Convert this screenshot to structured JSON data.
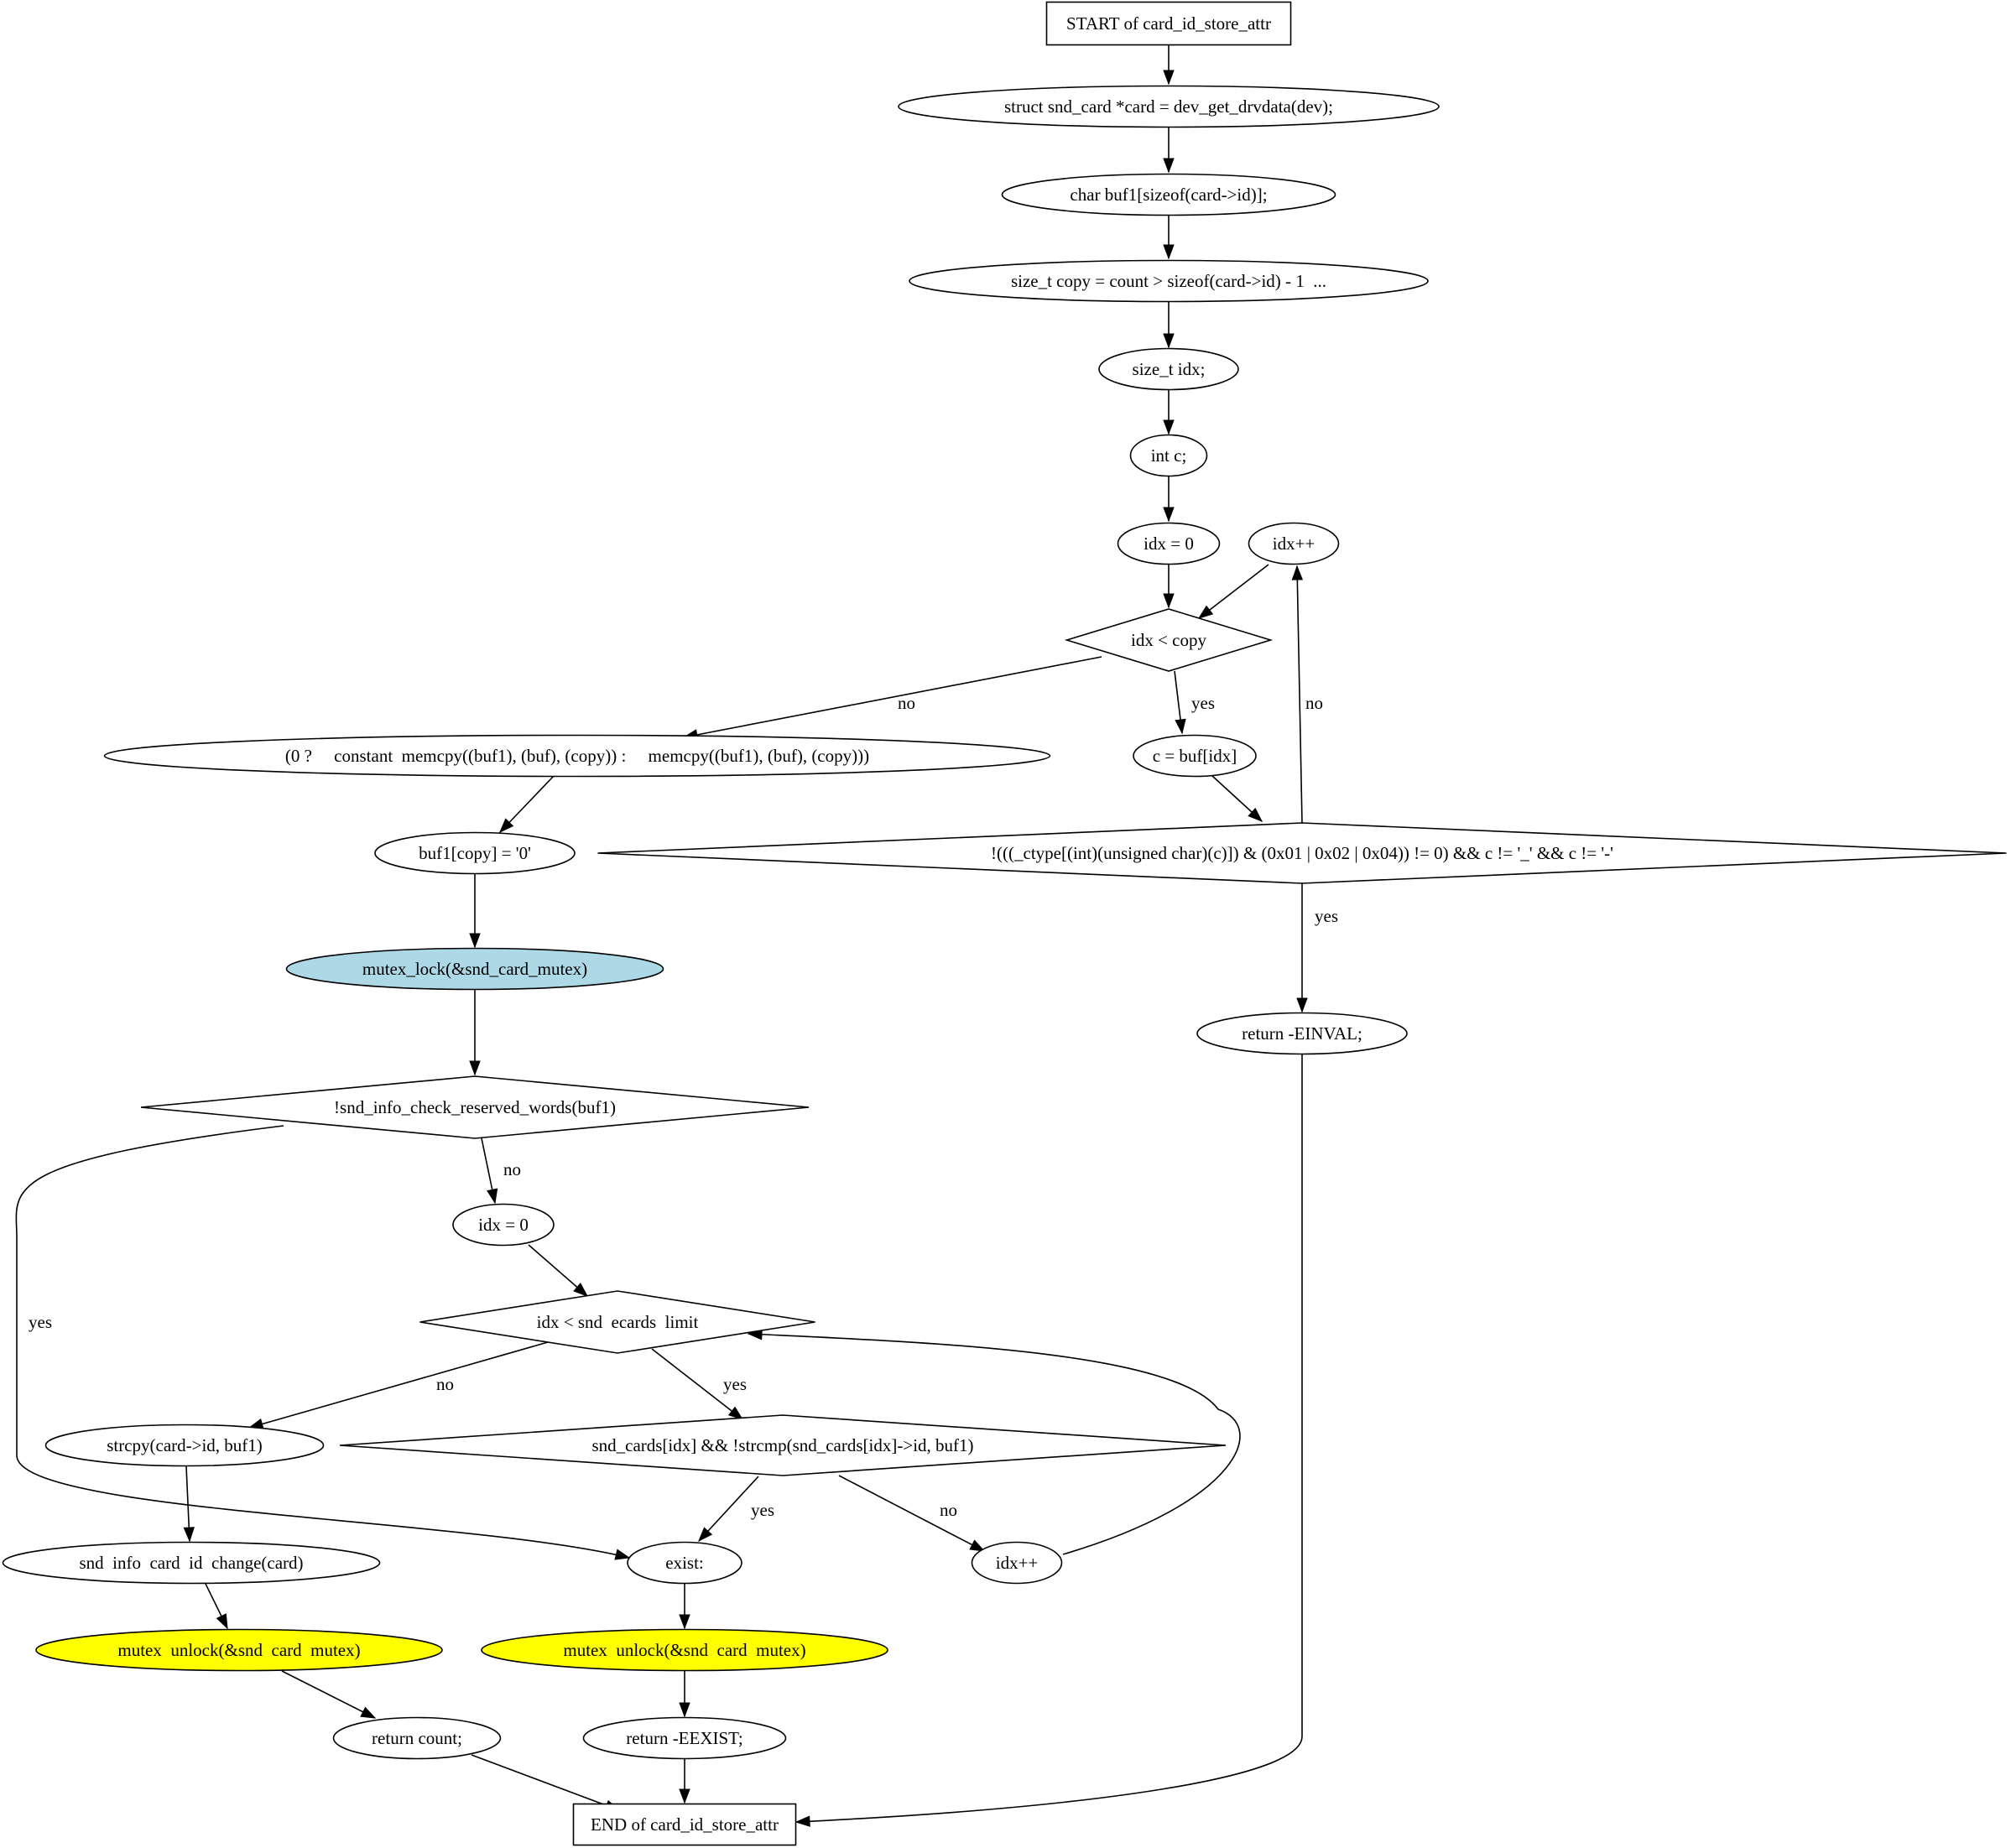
{
  "colors": {
    "stroke": "#000000",
    "default_fill": "#ffffff",
    "lock_fill": "#add8e6",
    "unlock_fill": "#ffff00"
  },
  "nodes": {
    "start": {
      "label": "START of card_id_store_attr",
      "shape": "box"
    },
    "n1": {
      "label": "struct snd_card *card = dev_get_drvdata(dev);",
      "shape": "ellipse"
    },
    "n2": {
      "label": "char buf1[sizeof(card->id)];",
      "shape": "ellipse"
    },
    "n3": {
      "label": "size_t copy = count > sizeof(card->id) - 1  ...",
      "shape": "ellipse"
    },
    "n4": {
      "label": "size_t idx;",
      "shape": "ellipse"
    },
    "n5": {
      "label": "int c;",
      "shape": "ellipse"
    },
    "n6": {
      "label": "idx = 0",
      "shape": "ellipse"
    },
    "n7": {
      "label": "idx++",
      "shape": "ellipse"
    },
    "d1": {
      "label": "idx < copy",
      "shape": "diamond"
    },
    "n8": {
      "label": "(0 ?     constant  memcpy((buf1), (buf), (copy)) :     memcpy((buf1), (buf), (copy)))",
      "shape": "ellipse"
    },
    "n9": {
      "label": "c = buf[idx]",
      "shape": "ellipse"
    },
    "n10": {
      "label": "buf1[copy] = '0'",
      "shape": "ellipse"
    },
    "d2": {
      "label": "!(((_ctype[(int)(unsigned char)(c)]) & (0x01 | 0x02 | 0x04)) != 0) && c != '_' && c != '-'",
      "shape": "diamond"
    },
    "n11": {
      "label": "mutex_lock(&snd_card_mutex)",
      "shape": "ellipse",
      "fill": "lock"
    },
    "n12": {
      "label": "return -EINVAL;",
      "shape": "ellipse"
    },
    "d3": {
      "label": "!snd_info_check_reserved_words(buf1)",
      "shape": "diamond"
    },
    "n13": {
      "label": "idx = 0",
      "shape": "ellipse"
    },
    "d4": {
      "label": "idx < snd  ecards  limit",
      "shape": "diamond"
    },
    "n14": {
      "label": "strcpy(card->id, buf1)",
      "shape": "ellipse"
    },
    "d5": {
      "label": "snd_cards[idx] && !strcmp(snd_cards[idx]->id, buf1)",
      "shape": "diamond"
    },
    "n15": {
      "label": "snd  info  card  id  change(card)",
      "shape": "ellipse"
    },
    "n16": {
      "label": "exist:",
      "shape": "ellipse"
    },
    "n17": {
      "label": "idx++",
      "shape": "ellipse"
    },
    "n18": {
      "label": "mutex  unlock(&snd  card  mutex)",
      "shape": "ellipse",
      "fill": "unlock"
    },
    "n19": {
      "label": "mutex  unlock(&snd  card  mutex)",
      "shape": "ellipse",
      "fill": "unlock"
    },
    "n20": {
      "label": "return count;",
      "shape": "ellipse"
    },
    "n21": {
      "label": "return -EEXIST;",
      "shape": "ellipse"
    },
    "end": {
      "label": "END of card_id_store_attr",
      "shape": "box"
    }
  },
  "edges": [
    {
      "from": "start",
      "to": "n1",
      "label": ""
    },
    {
      "from": "n1",
      "to": "n2",
      "label": ""
    },
    {
      "from": "n2",
      "to": "n3",
      "label": ""
    },
    {
      "from": "n3",
      "to": "n4",
      "label": ""
    },
    {
      "from": "n4",
      "to": "n5",
      "label": ""
    },
    {
      "from": "n5",
      "to": "n6",
      "label": ""
    },
    {
      "from": "n6",
      "to": "d1",
      "label": ""
    },
    {
      "from": "n7",
      "to": "d1",
      "label": ""
    },
    {
      "from": "d1",
      "to": "n8",
      "label": "no"
    },
    {
      "from": "d1",
      "to": "n9",
      "label": "yes"
    },
    {
      "from": "n9",
      "to": "d2",
      "label": ""
    },
    {
      "from": "d2",
      "to": "n7",
      "label": "no"
    },
    {
      "from": "d2",
      "to": "n12",
      "label": "yes"
    },
    {
      "from": "n8",
      "to": "n10",
      "label": ""
    },
    {
      "from": "n10",
      "to": "n11",
      "label": ""
    },
    {
      "from": "n11",
      "to": "d3",
      "label": ""
    },
    {
      "from": "d3",
      "to": "n13",
      "label": "no"
    },
    {
      "from": "d3",
      "to": "n16",
      "label": "yes"
    },
    {
      "from": "n13",
      "to": "d4",
      "label": ""
    },
    {
      "from": "d4",
      "to": "n14",
      "label": "no"
    },
    {
      "from": "d4",
      "to": "d5",
      "label": "yes"
    },
    {
      "from": "d5",
      "to": "n16",
      "label": "yes"
    },
    {
      "from": "d5",
      "to": "n17",
      "label": "no"
    },
    {
      "from": "n17",
      "to": "d4",
      "label": ""
    },
    {
      "from": "n14",
      "to": "n15",
      "label": ""
    },
    {
      "from": "n15",
      "to": "n18",
      "label": ""
    },
    {
      "from": "n18",
      "to": "n20",
      "label": ""
    },
    {
      "from": "n16",
      "to": "n19",
      "label": ""
    },
    {
      "from": "n19",
      "to": "n21",
      "label": ""
    },
    {
      "from": "n20",
      "to": "end",
      "label": ""
    },
    {
      "from": "n21",
      "to": "end",
      "label": ""
    },
    {
      "from": "n12",
      "to": "end",
      "label": ""
    }
  ]
}
